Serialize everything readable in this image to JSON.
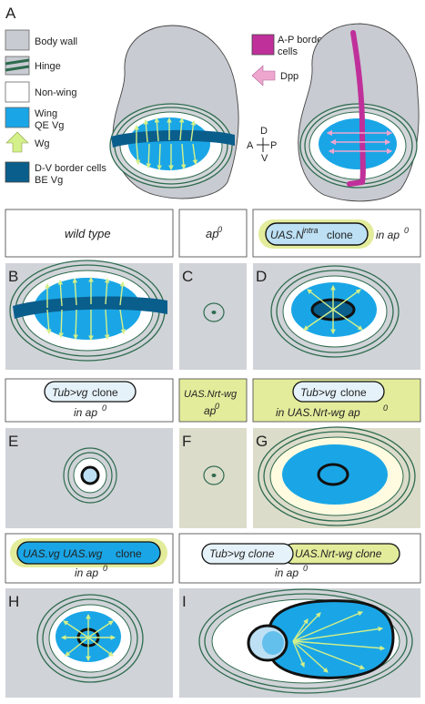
{
  "colors": {
    "body_wall": "#c8cbd1",
    "hinge_line": "#2e6b4e",
    "non_wing": "#ffffff",
    "wing": "#1aa6e6",
    "wg_arrow": "#d4f08a",
    "dv_border": "#0a5e8c",
    "ap_border": "#c0309a",
    "dpp_arrow": "#eea6cf",
    "yellow_halo": "#e3ec9b",
    "pale_wing": "#fffbe0",
    "clone_fill": "#bde0f4",
    "panel_bg": "#d0d3d8"
  },
  "panel_letters": {
    "A": "A",
    "B": "B",
    "C": "C",
    "D": "D",
    "E": "E",
    "F": "F",
    "G": "G",
    "H": "H",
    "I": "I"
  },
  "legend": {
    "body_wall": "Body wall",
    "hinge": "Hinge",
    "non_wing": "Non-wing",
    "wing_line1": "Wing",
    "wing_line2": "QE Vg",
    "wg": "Wg",
    "dv_line1": "D-V border cells",
    "dv_line2": "BE Vg",
    "ap_line1": "A-P border",
    "ap_line2": "cells",
    "dpp": "Dpp"
  },
  "compass": {
    "d": "D",
    "a": "A",
    "p": "P",
    "v": "V"
  },
  "headers": {
    "wild_type": "wild type",
    "ap0": "ap",
    "sup0": "0",
    "nintra_main": "UAS.N",
    "nintra_sup": "intra",
    "nintra_clone": " clone",
    "in_ap": "in ap",
    "tubvg": "Tub>vg",
    "clone": " clone",
    "uas_nrtwg": "UAS.Nrt-wg",
    "in_uas_nrtwg_ap": "in  UAS.Nrt-wg  ap",
    "uasvg_uaswg": "UAS.vg UAS.wg",
    "clone_word": "clone",
    "tubvg_clone": "Tub>vg clone",
    "uasnrt_clone": "UAS.Nrt-wg clone"
  }
}
